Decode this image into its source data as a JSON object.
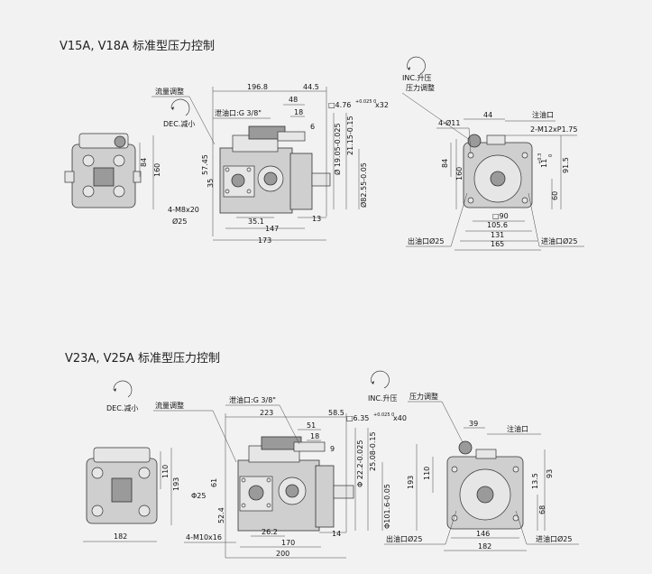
{
  "sections": [
    {
      "title": "V15A, V18A 标准型压力控制",
      "labels": {
        "flow_adjust": "流量调整",
        "dec": "DEC.减小",
        "drain_port": "泄油口:G 3/8\"",
        "bolts": "4-M8x20",
        "inc": "INC.升压",
        "pressure_adjust": "压力调整",
        "holes": "4-Ø11",
        "oil_inlet": "注油口",
        "thread": "2-M12xP1.75",
        "outlet": "出油口Ø25",
        "inlet": "进油口Ø25",
        "phi25": "Ø25",
        "key": "□4.76",
        "key_tol": "+0.025 0",
        "key_len": "x32"
      },
      "dims": {
        "d196_8": "196.8",
        "d44_5": "44.5",
        "d48": "48",
        "d18": "18",
        "d6": "6",
        "d84": "84",
        "d160": "160",
        "d57_45": "57.45",
        "d35": "35",
        "d35_1": "35.1",
        "d147": "147",
        "d173": "173",
        "d13": "13",
        "d19_05": "Ø 19.05-0.025",
        "d19_05_tol": "0",
        "d21_15": "21.15-0.15",
        "d21_15_tol": "0",
        "d82_55": "Ø82.55-0.05",
        "d82_55_tol": "0",
        "d44": "44",
        "d84r": "84",
        "d160r": "160",
        "d11": "11",
        "d0_3": "+0.3",
        "d0": "0",
        "d91_5": "91.5",
        "d60": "60",
        "d90": "□90",
        "d105_6": "105.6",
        "d131": "131",
        "d165": "165"
      }
    },
    {
      "title": "V23A, V25A 标准型压力控制",
      "labels": {
        "dec": "DEC.减小",
        "flow_adjust": "流量调整",
        "drain_port": "泄油口:G 3/8\"",
        "inc": "INC.升压",
        "pressure_adjust": "压力调整",
        "key": "□6.35",
        "key_tol": "+0.025 0",
        "key_len": "x40",
        "oil_inlet": "注油口",
        "phi25": "Φ25",
        "bolts": "4-M10x16",
        "outlet": "出油口Ø25",
        "inlet": "进油口Ø25"
      },
      "dims": {
        "d223": "223",
        "d58_5": "58.5",
        "d51": "51",
        "d18": "18",
        "d9": "9",
        "d110": "110",
        "d193": "193",
        "d61": "61",
        "d52_4": "52.4",
        "d26_2": "26.2",
        "d170": "170",
        "d200": "200",
        "d14": "14",
        "d182": "182",
        "d22_2": "Φ 22.2-0.025",
        "d22_2_tol": "0",
        "d25_08": "25.08-0.15",
        "d25_08_tol": "0",
        "d101_6": "Φ101.6-0.05",
        "d101_6_tol": "0",
        "d39": "39",
        "d110r": "110",
        "d193r": "193",
        "d13_5": "13.5",
        "d93": "93",
        "d68": "68",
        "d146": "146",
        "d182r": "182"
      }
    }
  ]
}
